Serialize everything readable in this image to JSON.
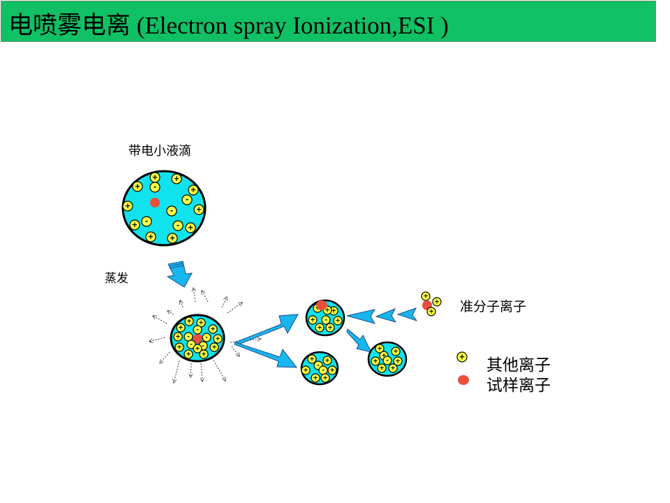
{
  "title": "电喷雾电离 (Electron spray Ionization,ESI )",
  "labels": {
    "charged_droplet": "带电小液滴",
    "evaporation": "蒸发",
    "quasi_molecular_ion": "准分子离子",
    "legend_other_ions": "其他离子",
    "legend_sample_ion": "试样离子"
  },
  "symbols": {
    "plus": "+",
    "minus": "-"
  },
  "colors": {
    "title_bg": "#10c064",
    "droplet_fill": "#11e3ee",
    "ion_fill": "#ffff44",
    "sample_ion": "#e8503c",
    "arrow_fill": "#18b6ee"
  }
}
